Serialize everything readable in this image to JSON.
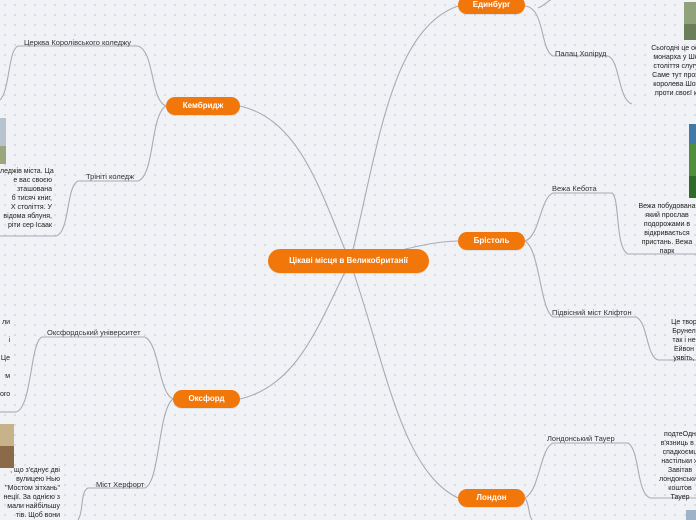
{
  "colors": {
    "accent": "#f2770b",
    "line": "#a7abb6"
  },
  "center": {
    "title": "Цікаві місця в Великобританії"
  },
  "cities": {
    "edinburgh": "Единбург",
    "cambridge": "Кембридж",
    "bristol": "Брістоль",
    "oxford": "Оксфорд",
    "london": "Лондон"
  },
  "topics": {
    "holyrood": "Палац Холіруд",
    "kings_chapel": "Церква Королівського коледжу",
    "trinity": "Трініті коледж",
    "cabot": "Вежа Кебота",
    "clifton": "Підвісний міст Кліфтон",
    "oxford_uni": "Оксфордський університет",
    "hertford": "Міст Херфорт",
    "tower": "Лондонський Тауер"
  },
  "descriptions": {
    "holyrood": "Сьогодні це оф\nмонарха у Шо\nстоліття слугу\nСаме тут прож\nкоролева Шот\nпроти своєї к",
    "trinity": "леджів міста. Ца\nе вас своєю\nзташована\nб тисяч книг,\nX століття. У\nвідома яблуня,\nріти сер Ісаак",
    "cabot": "Вежа побудована\nякий прослав\nподорожами в\nвідкривається\nпристань. Вежа\nпарк",
    "clifton": "Це твор\nБрунел\nтак і не\nЕйвон\nуявіть,",
    "oxford_uni": "ли\n\nі\n\nЦе\n\nм\n\nого",
    "hertford": ", що з'єднує дві\nвулицею Нью\n\"Мостом зітхань\"\nнеції. За однією з\nмали найбільшу\nтів. Щоб вони",
    "tower": "подтеОдн\nв'язниць в с\nспадкоємц\nнастільки ж\nЗавітав\nлондонський\nкоштов\nТауер"
  }
}
